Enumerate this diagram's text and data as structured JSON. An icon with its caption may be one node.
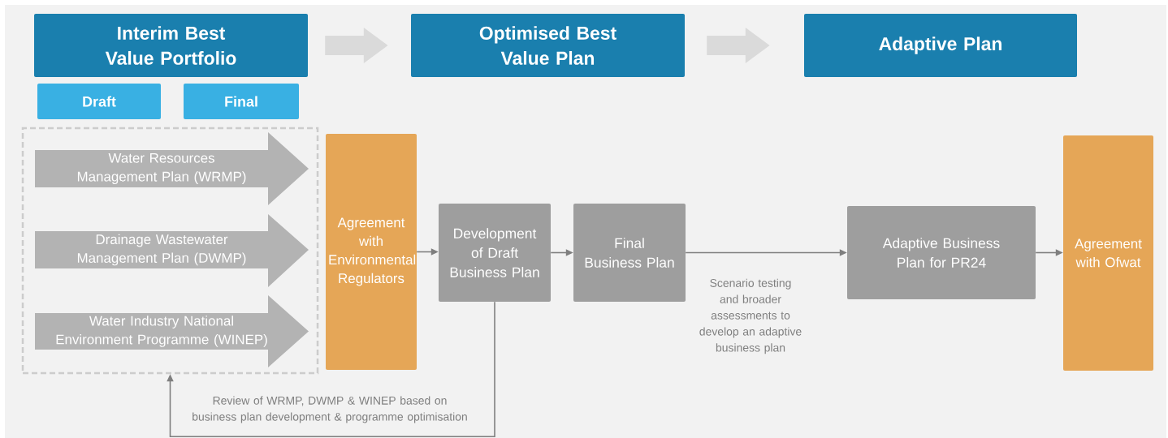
{
  "diagram": {
    "nodes": [
      {
        "text": [
          "Interim Best Value Portfolio"
        ]
      },
      {
        "text": [
          "Draft"
        ]
      },
      {
        "text": [
          "Final"
        ]
      },
      {
        "text": [
          "Optimised Best Value Plan"
        ]
      },
      {
        "text": [
          "Adaptive Plan"
        ]
      },
      {
        "text": [],
        "shape": "box"
      },
      {
        "text": [
          "Water Resources Management Plan (WRMP)"
        ],
        "in": 5
      },
      {
        "text": [
          "Drainage Wastewater Management Plan (DWMP)"
        ],
        "in": 5
      },
      {
        "text": [
          "Water Industry National Environment Programme (WINEP)"
        ],
        "in": 5
      },
      {
        "text": [
          "Agreement with Environmental Regulators"
        ]
      },
      {
        "text": [
          "Development of Draft Business Plan"
        ]
      },
      {
        "text": [
          "Final Business Plan"
        ]
      },
      {
        "text": [
          "Adaptive Business Plan for PR24"
        ]
      },
      {
        "text": [
          "Agreement with Ofwat"
        ]
      }
    ],
    "edges": [
      {
        "from": 0,
        "to": 3,
        "arrow": "to",
        "style": "thick",
        "color": "#dadada"
      },
      {
        "from": 3,
        "to": 4,
        "arrow": "to",
        "style": "thick",
        "color": "#dadada"
      },
      {
        "from": 9,
        "to": 10,
        "arrow": "to"
      },
      {
        "from": 10,
        "to": 11,
        "arrow": "to"
      },
      {
        "from": 11,
        "to": 12,
        "arrow": "to",
        "label": "Scenario testing and broader assessments to develop an adaptive business plan"
      },
      {
        "from": 12,
        "to": 13,
        "arrow": "to"
      },
      {
        "from": 10,
        "to": 5,
        "arrow": "to",
        "label": "Review of WRMP, DWMP & WINEP based on business plan development & programme optimisation"
      }
    ]
  }
}
